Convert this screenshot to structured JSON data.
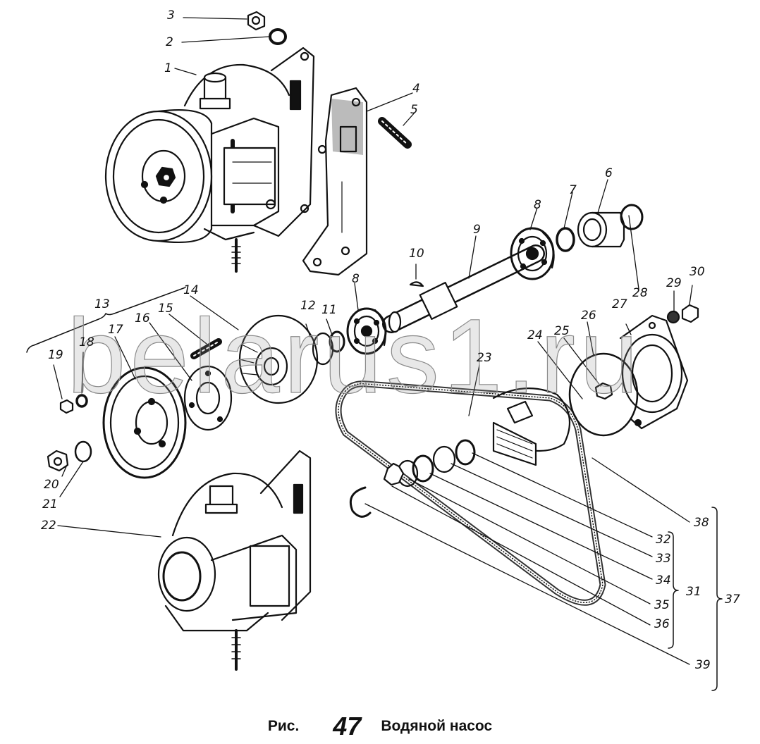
{
  "figure": {
    "caption_prefix": "Рис.",
    "figure_number": "47",
    "title": "Водяной насос",
    "watermark": "belarus1.ru"
  },
  "callouts": [
    {
      "id": "1",
      "label": "1"
    },
    {
      "id": "2",
      "label": "2"
    },
    {
      "id": "3",
      "label": "3"
    },
    {
      "id": "4",
      "label": "4"
    },
    {
      "id": "5",
      "label": "5"
    },
    {
      "id": "6",
      "label": "6"
    },
    {
      "id": "7",
      "label": "7"
    },
    {
      "id": "8a",
      "label": "8"
    },
    {
      "id": "9",
      "label": "9"
    },
    {
      "id": "10",
      "label": "10"
    },
    {
      "id": "11",
      "label": "11"
    },
    {
      "id": "8b",
      "label": "8"
    },
    {
      "id": "12",
      "label": "12"
    },
    {
      "id": "13",
      "label": "13"
    },
    {
      "id": "14",
      "label": "14"
    },
    {
      "id": "15",
      "label": "15"
    },
    {
      "id": "16",
      "label": "16"
    },
    {
      "id": "17",
      "label": "17"
    },
    {
      "id": "18",
      "label": "18"
    },
    {
      "id": "19",
      "label": "19"
    },
    {
      "id": "20",
      "label": "20"
    },
    {
      "id": "21",
      "label": "21"
    },
    {
      "id": "22",
      "label": "22"
    },
    {
      "id": "23",
      "label": "23"
    },
    {
      "id": "24",
      "label": "24"
    },
    {
      "id": "25",
      "label": "25"
    },
    {
      "id": "26",
      "label": "26"
    },
    {
      "id": "27",
      "label": "27"
    },
    {
      "id": "28",
      "label": "28"
    },
    {
      "id": "29",
      "label": "29"
    },
    {
      "id": "30",
      "label": "30"
    },
    {
      "id": "31",
      "label": "31"
    },
    {
      "id": "32",
      "label": "32"
    },
    {
      "id": "33",
      "label": "33"
    },
    {
      "id": "34",
      "label": "34"
    },
    {
      "id": "35",
      "label": "35"
    },
    {
      "id": "36",
      "label": "36"
    },
    {
      "id": "37",
      "label": "37"
    },
    {
      "id": "38",
      "label": "38"
    },
    {
      "id": "39",
      "label": "39"
    }
  ]
}
